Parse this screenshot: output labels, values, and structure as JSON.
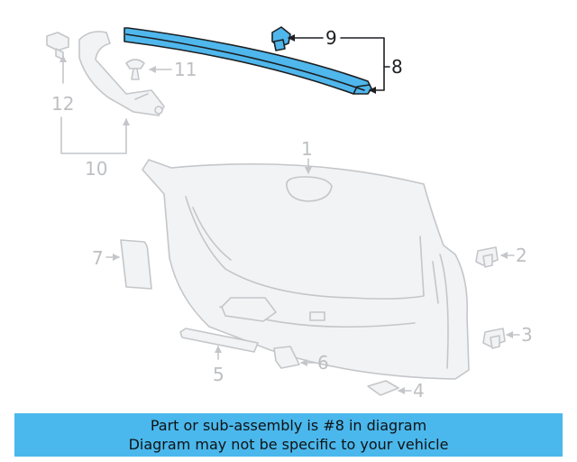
{
  "callouts": {
    "c1": "1",
    "c2": "2",
    "c3": "3",
    "c4": "4",
    "c5": "5",
    "c6": "6",
    "c7": "7",
    "c8": "8",
    "c9": "9",
    "c10": "10",
    "c11": "11",
    "c12": "12"
  },
  "highlight_part": "8",
  "colors": {
    "highlight": "#4fb7ec",
    "banner": "#4ab8ec",
    "ghost_stroke": "#c4c6c9"
  },
  "banner": {
    "line1": "Part or sub-assembly is #8 in diagram",
    "line2": "Diagram may not be specific to your vehicle"
  }
}
